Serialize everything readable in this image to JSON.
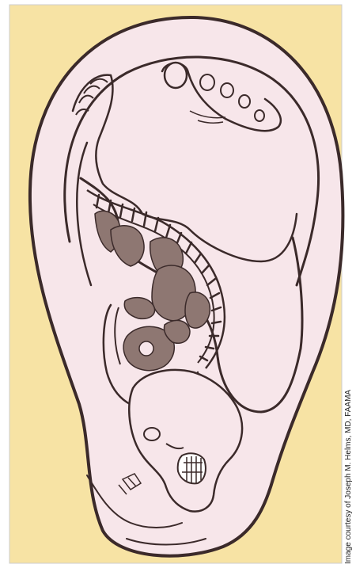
{
  "figure": {
    "credit": "Image courtesy of Joseph M. Helms, MD, FAAMA"
  },
  "colors": {
    "background": "#f7e3a4",
    "skin": "#f7e6ea",
    "outline": "#3b2a2a",
    "organ": "#8e7772",
    "frame": "#cccccc"
  },
  "icons": [
    "ear-outline",
    "foot",
    "hand",
    "spine",
    "organs",
    "skull"
  ]
}
